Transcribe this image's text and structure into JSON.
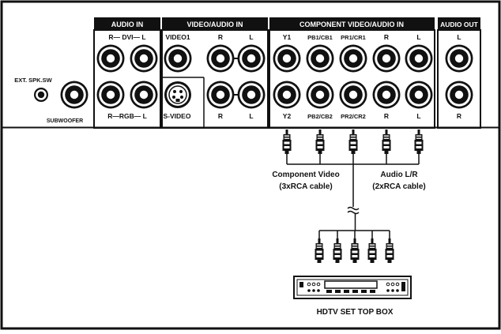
{
  "groups": {
    "audio_in": "AUDIO IN",
    "video_audio_in": "VIDEO/AUDIO IN",
    "component_in": "COMPONENT VIDEO/AUDIO IN",
    "audio_out": "AUDIO OUT"
  },
  "labels": {
    "dvi": "R— DVI— L",
    "rgb": "R—RGB— L",
    "ext_spk": "EXT. SPK.SW",
    "subwoofer": "SUBWOOFER",
    "video1": "VIDEO1",
    "s_video": "S-VIDEO",
    "va_r_top": "R",
    "va_l_top": "L",
    "va_r_bot": "R",
    "va_l_bot": "L",
    "y1": "Y1",
    "pb1": "PB1/CB1",
    "pr1": "PR1/CR1",
    "comp_r_top": "R",
    "comp_l_top": "L",
    "y2": "Y2",
    "pb2": "PB2/CB2",
    "pr2": "PR2/CR2",
    "comp_r_bot": "R",
    "comp_l_bot": "L",
    "out_l": "L",
    "out_r": "R",
    "component_video": "Component Video",
    "component_cable": "(3xRCA cable)",
    "audio_lr": "Audio L/R",
    "audio_cable": "(2xRCA cable)",
    "device": "HDTV SET TOP BOX"
  }
}
